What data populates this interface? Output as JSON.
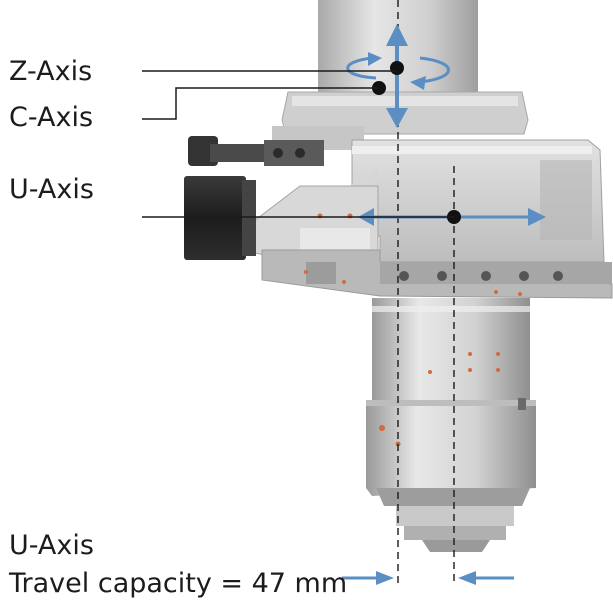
{
  "labels": {
    "z_axis": "Z-Axis",
    "c_axis": "C-Axis",
    "u_axis": "U-Axis",
    "u_axis_bottom": "U-Axis",
    "travel": "Travel capacity = 47 mm"
  },
  "colors": {
    "arrow": "#5b8fc4",
    "leader": "#1a1a1a",
    "body_light": "#dcdcdc",
    "body_mid": "#bfbfbf",
    "body_dark": "#8a8a8a",
    "motor": "#2a2a2a",
    "hole": "#d4683f"
  }
}
